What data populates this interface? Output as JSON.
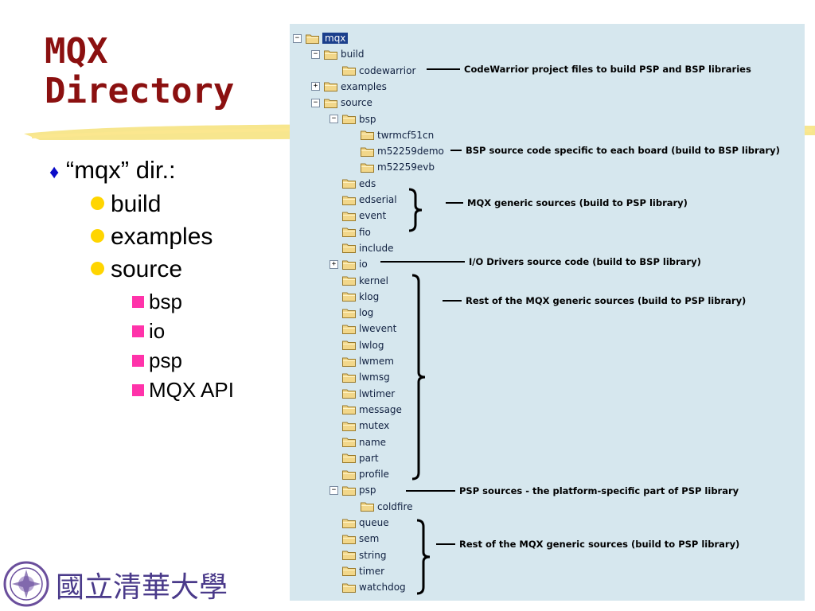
{
  "slide": {
    "title_line1": "MQX",
    "title_line2": "Directory",
    "bullet": {
      "marker": "♦",
      "text": "“mqx” dir.:",
      "children": [
        {
          "label": "build"
        },
        {
          "label": "examples"
        },
        {
          "label": "source",
          "children": [
            "bsp",
            "io",
            "psp",
            "MQX API"
          ]
        }
      ]
    },
    "logo_text": "國立清華大學"
  },
  "tree": {
    "nodes": [
      {
        "label": "mqx",
        "indent": 0,
        "toggle": "−",
        "selected": true
      },
      {
        "label": "build",
        "indent": 1,
        "toggle": "−"
      },
      {
        "label": "codewarrior",
        "indent": 2,
        "toggle": ""
      },
      {
        "label": "examples",
        "indent": 1,
        "toggle": "+"
      },
      {
        "label": "source",
        "indent": 1,
        "toggle": "−"
      },
      {
        "label": "bsp",
        "indent": 2,
        "toggle": "−"
      },
      {
        "label": "twrmcf51cn",
        "indent": 3,
        "toggle": ""
      },
      {
        "label": "m52259demo",
        "indent": 3,
        "toggle": ""
      },
      {
        "label": "m52259evb",
        "indent": 3,
        "toggle": ""
      },
      {
        "label": "eds",
        "indent": 2,
        "toggle": ""
      },
      {
        "label": "edserial",
        "indent": 2,
        "toggle": ""
      },
      {
        "label": "event",
        "indent": 2,
        "toggle": ""
      },
      {
        "label": "fio",
        "indent": 2,
        "toggle": ""
      },
      {
        "label": "include",
        "indent": 2,
        "toggle": ""
      },
      {
        "label": "io",
        "indent": 2,
        "toggle": "+"
      },
      {
        "label": "kernel",
        "indent": 2,
        "toggle": ""
      },
      {
        "label": "klog",
        "indent": 2,
        "toggle": ""
      },
      {
        "label": "log",
        "indent": 2,
        "toggle": ""
      },
      {
        "label": "lwevent",
        "indent": 2,
        "toggle": ""
      },
      {
        "label": "lwlog",
        "indent": 2,
        "toggle": ""
      },
      {
        "label": "lwmem",
        "indent": 2,
        "toggle": ""
      },
      {
        "label": "lwmsg",
        "indent": 2,
        "toggle": ""
      },
      {
        "label": "lwtimer",
        "indent": 2,
        "toggle": ""
      },
      {
        "label": "message",
        "indent": 2,
        "toggle": ""
      },
      {
        "label": "mutex",
        "indent": 2,
        "toggle": ""
      },
      {
        "label": "name",
        "indent": 2,
        "toggle": ""
      },
      {
        "label": "part",
        "indent": 2,
        "toggle": ""
      },
      {
        "label": "profile",
        "indent": 2,
        "toggle": ""
      },
      {
        "label": "psp",
        "indent": 2,
        "toggle": "−"
      },
      {
        "label": "coldfire",
        "indent": 3,
        "toggle": ""
      },
      {
        "label": "queue",
        "indent": 2,
        "toggle": ""
      },
      {
        "label": "sem",
        "indent": 2,
        "toggle": ""
      },
      {
        "label": "string",
        "indent": 2,
        "toggle": ""
      },
      {
        "label": "timer",
        "indent": 2,
        "toggle": ""
      },
      {
        "label": "watchdog",
        "indent": 2,
        "toggle": ""
      }
    ],
    "annotations": {
      "codewarrior": "CodeWarrior project files to build PSP and BSP libraries",
      "bsp_boards": "BSP source code specific to each board (build to BSP library)",
      "generic1": "MQX generic sources (build to PSP library)",
      "io": "I/O Drivers source code (build to BSP library)",
      "generic2": "Rest of the MQX generic sources (build to PSP library)",
      "psp": "PSP sources - the platform-specific part of PSP library",
      "generic3": "Rest of the MQX generic sources (build to PSP library)"
    }
  },
  "colors": {
    "title": "#8b1010",
    "tree_bg": "#d6e7ee",
    "folder": "#f2d78a",
    "bullet_diamond": "#0b0bc8",
    "dot": "#ffd500",
    "square": "#ff33aa",
    "logo": "#4a3a8a"
  }
}
